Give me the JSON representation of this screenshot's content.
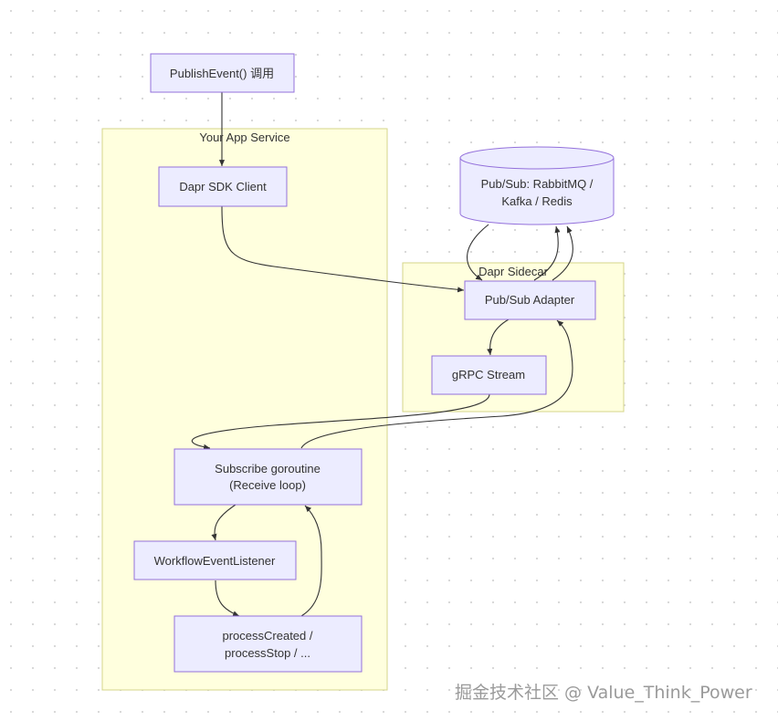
{
  "groups": {
    "app_service": "Your App Service",
    "sidecar": "Dapr Sidecar"
  },
  "nodes": {
    "publish_event": "PublishEvent() 调用",
    "sdk_client": "Dapr SDK Client",
    "pubsub_store_line1": "Pub/Sub: RabbitMQ /",
    "pubsub_store_line2": "Kafka / Redis",
    "pubsub_adapter": "Pub/Sub Adapter",
    "grpc_stream": "gRPC Stream",
    "subscribe_line1": "Subscribe goroutine",
    "subscribe_line2": "(Receive loop)",
    "listener": "WorkflowEventListener",
    "process_line1": "processCreated /",
    "process_line2": "processStop / ..."
  },
  "watermark": "掘金技术社区 @ Value_Think_Power",
  "colors": {
    "node_fill": "#ececff",
    "node_stroke": "#9370db",
    "group_fill": "#ffffde",
    "group_stroke": "#d4d48a",
    "edge": "#333333"
  }
}
